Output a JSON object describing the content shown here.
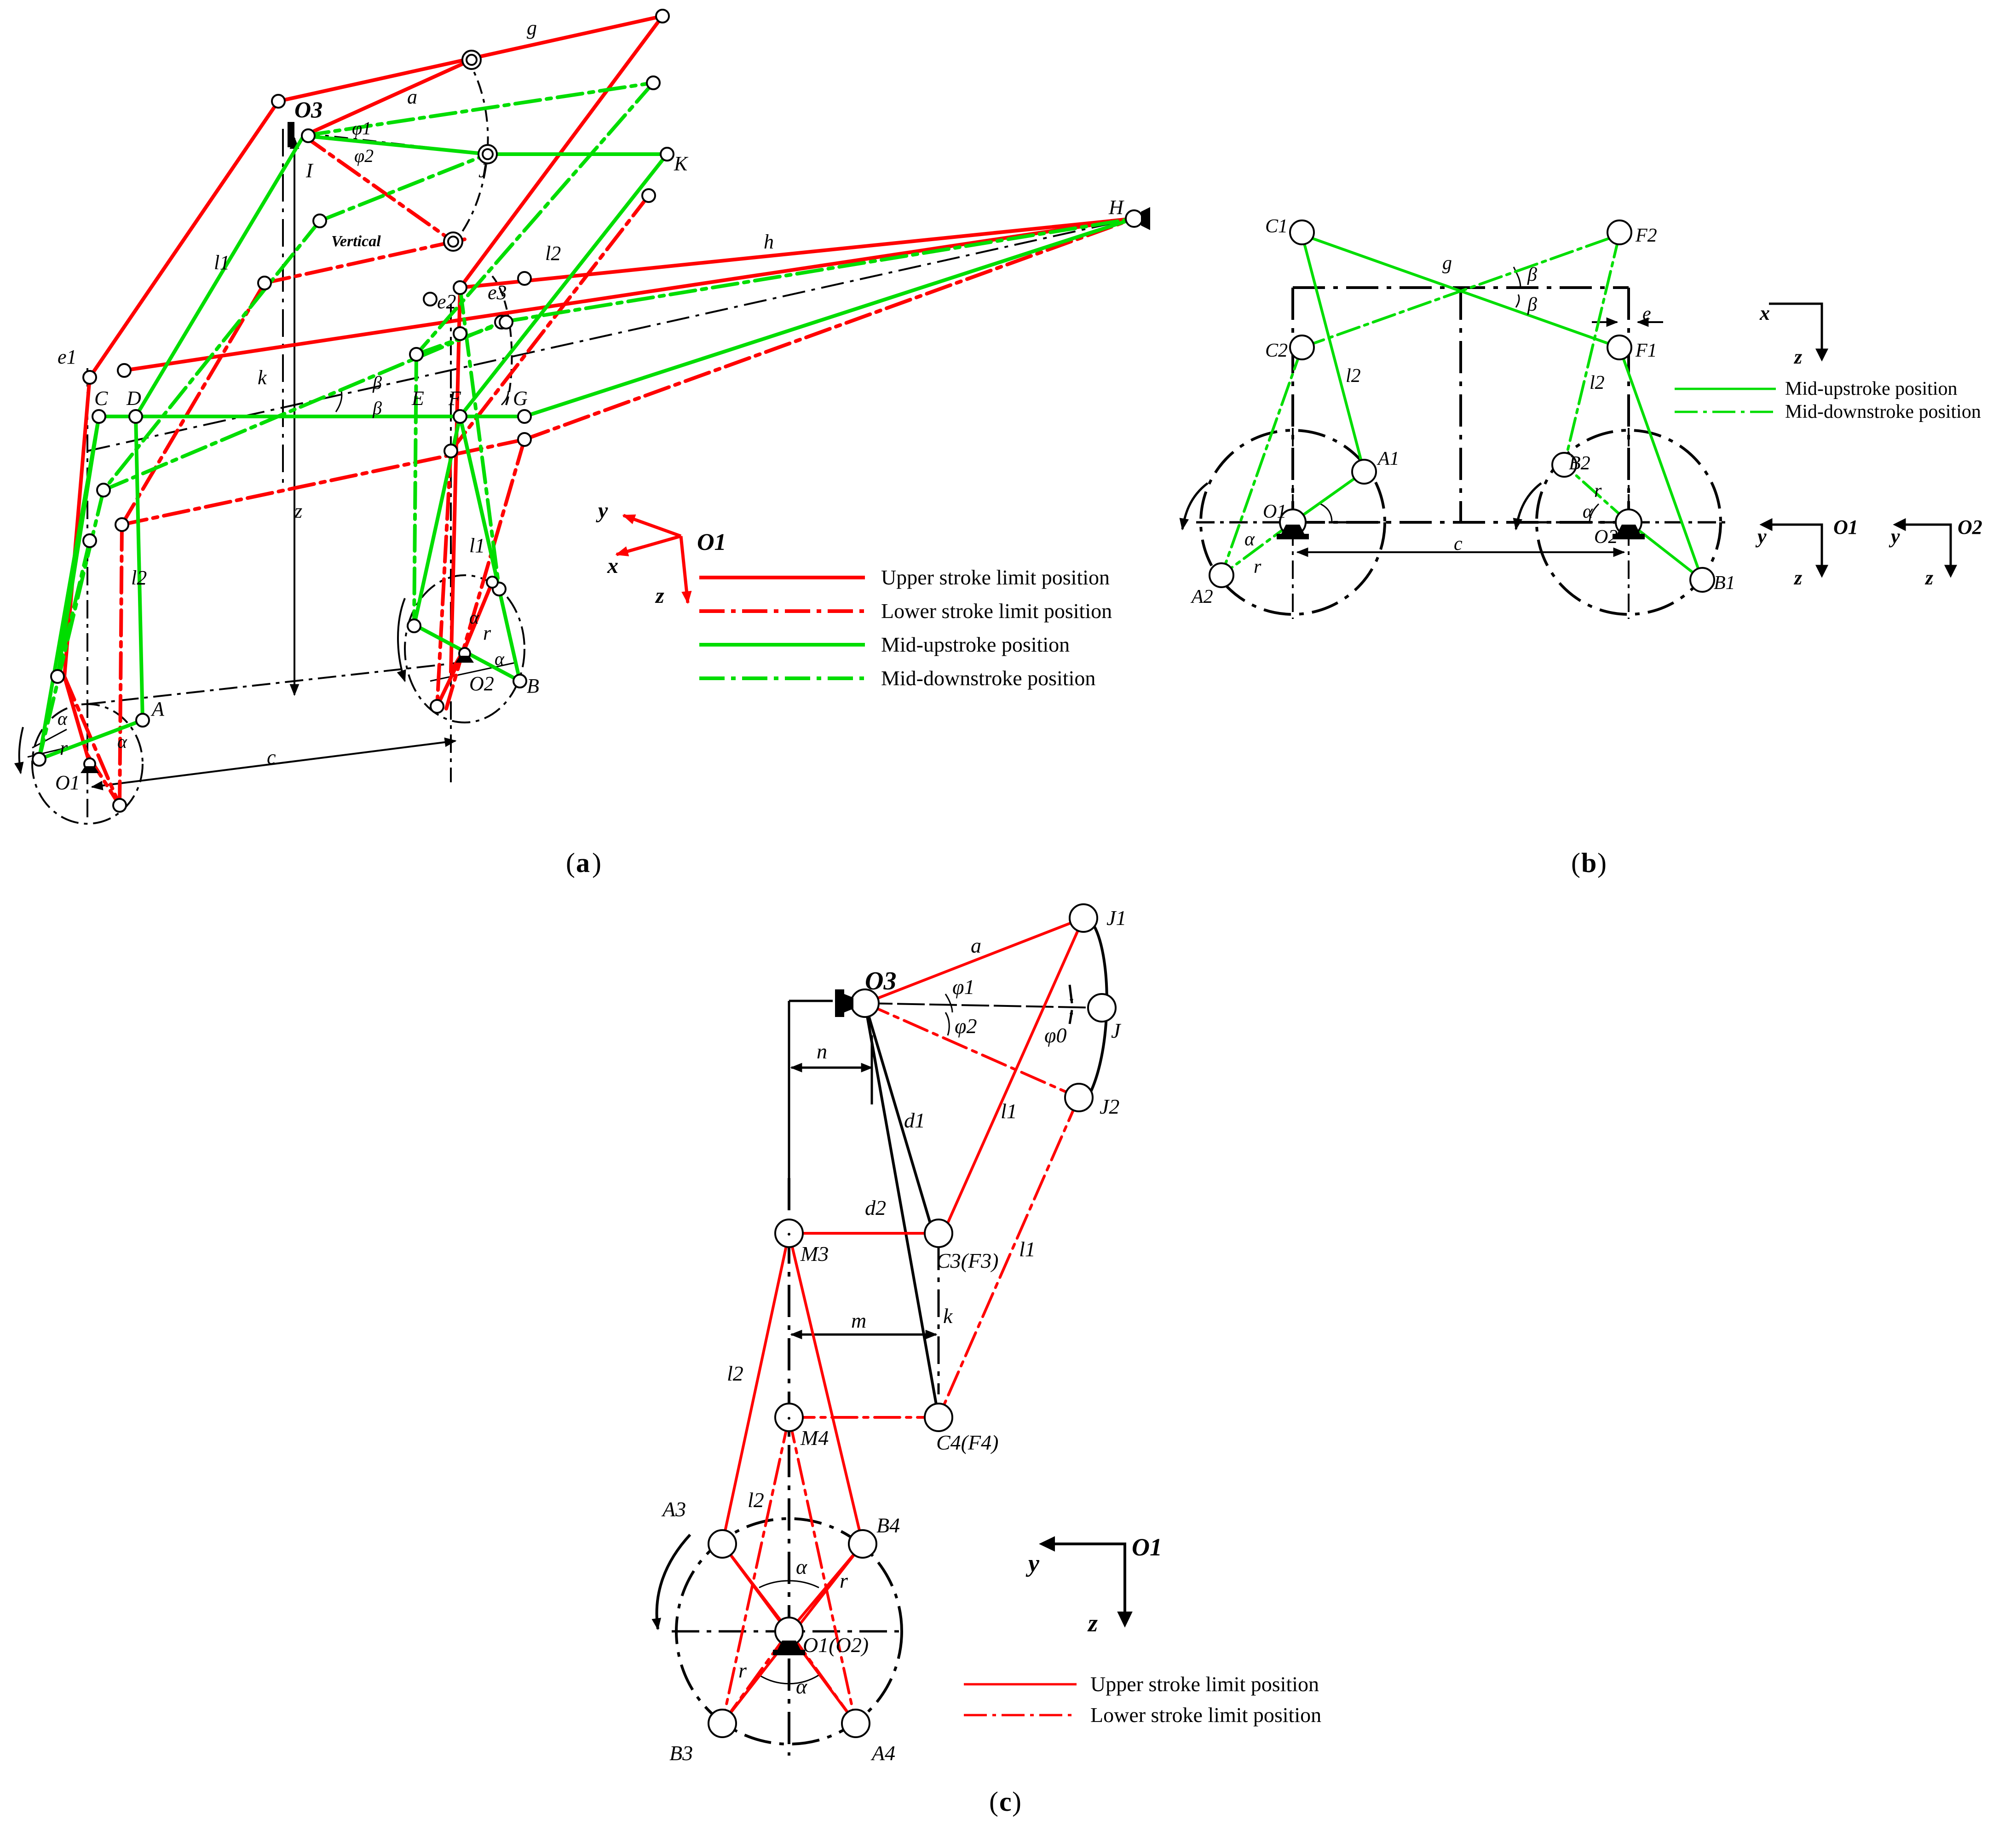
{
  "colors": {
    "upper_stroke": "#ff0000",
    "lower_stroke": "#ff0000",
    "mid_upstroke": "#00dd00",
    "mid_downstroke": "#00dd00",
    "frame": "#000000"
  },
  "panel_a": {
    "caption": "a",
    "points": [
      "O3",
      "I",
      "J",
      "K",
      "H",
      "C",
      "D",
      "E",
      "F",
      "G",
      "A",
      "B",
      "O1",
      "O2"
    ],
    "link_labels": [
      "g",
      "a",
      "l1",
      "l2",
      "l2",
      "l1",
      "h",
      "k",
      "z",
      "c",
      "r",
      "r"
    ],
    "extra_labels": [
      "e1",
      "e2",
      "e3"
    ],
    "angle_labels": [
      "φ1",
      "φ2",
      "β",
      "β",
      "α",
      "α",
      "α",
      "α"
    ],
    "vertical_label": "Vertical",
    "axes": {
      "origin": "O1",
      "axis_1": "y",
      "axis_2": "x",
      "axis_3": "z"
    },
    "legend": [
      {
        "label": "Upper stroke limit position",
        "style": "upper"
      },
      {
        "label": "Lower stroke limit position",
        "style": "lower"
      },
      {
        "label": "Mid-upstroke position",
        "style": "mid-up"
      },
      {
        "label": "Mid-downstroke position",
        "style": "mid-down"
      }
    ]
  },
  "panel_b": {
    "caption": "b",
    "points": [
      "C1",
      "C2",
      "F1",
      "F2",
      "A1",
      "A2",
      "B1",
      "B2",
      "O1",
      "O2"
    ],
    "link_labels": [
      "g",
      "l2",
      "l2",
      "c",
      "e",
      "r",
      "r"
    ],
    "angle_labels": [
      "β",
      "β",
      "α",
      "α"
    ],
    "axes_top": {
      "axis_1": "x",
      "axis_2": "z"
    },
    "axes_o1": {
      "origin": "O1",
      "axis_1": "y",
      "axis_2": "z"
    },
    "axes_o2": {
      "origin": "O2",
      "axis_1": "y",
      "axis_2": "z"
    },
    "legend": [
      {
        "label": "Mid-upstroke position",
        "style": "mid-up"
      },
      {
        "label": "Mid-downstroke position",
        "style": "mid-down"
      }
    ]
  },
  "panel_c": {
    "caption": "c",
    "points": [
      "O3",
      "J1",
      "J",
      "J2",
      "M3",
      "M4",
      "C3(F3)",
      "C4(F4)",
      "A3",
      "B4",
      "B3",
      "A4",
      "O1(O2)"
    ],
    "link_labels": [
      "a",
      "n",
      "d1",
      "d2",
      "l1",
      "l1",
      "l2",
      "l2",
      "m",
      "k",
      "r",
      "r"
    ],
    "angle_labels": [
      "φ1",
      "φ2",
      "φ0",
      "α",
      "α"
    ],
    "axes": {
      "origin": "O1",
      "axis_1": "y",
      "axis_2": "z"
    },
    "legend": [
      {
        "label": "Upper stroke limit position",
        "style": "upper"
      },
      {
        "label": "Lower stroke limit position",
        "style": "lower"
      }
    ]
  }
}
